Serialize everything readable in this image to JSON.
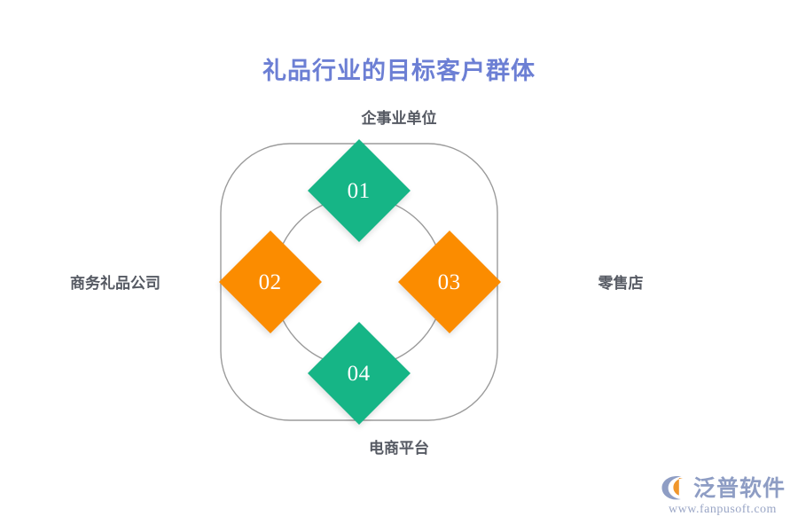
{
  "page": {
    "title": "礼品行业的目标客户群体",
    "title_color": "#6c7fd4",
    "background_color": "#ffffff"
  },
  "diagram": {
    "type": "cycle-diamond",
    "ring_stroke_color": "#9b9b9b",
    "nodes": [
      {
        "number": "01",
        "label": "企事业单位",
        "position": "top",
        "color": "#16b586"
      },
      {
        "number": "02",
        "label": "商务礼品公司",
        "position": "left",
        "color": "#fb8c00"
      },
      {
        "number": "03",
        "label": "零售店",
        "position": "right",
        "color": "#fb8c00"
      },
      {
        "number": "04",
        "label": "电商平台",
        "position": "bottom",
        "color": "#16b586"
      }
    ],
    "label_color": "#565a63"
  },
  "logo": {
    "name": "泛普软件",
    "url": "www.fanpusoft.com",
    "mark_color": "#8e9dc4",
    "mark_accent_color": "#f0962c",
    "text_color": "#8e9dc4"
  }
}
